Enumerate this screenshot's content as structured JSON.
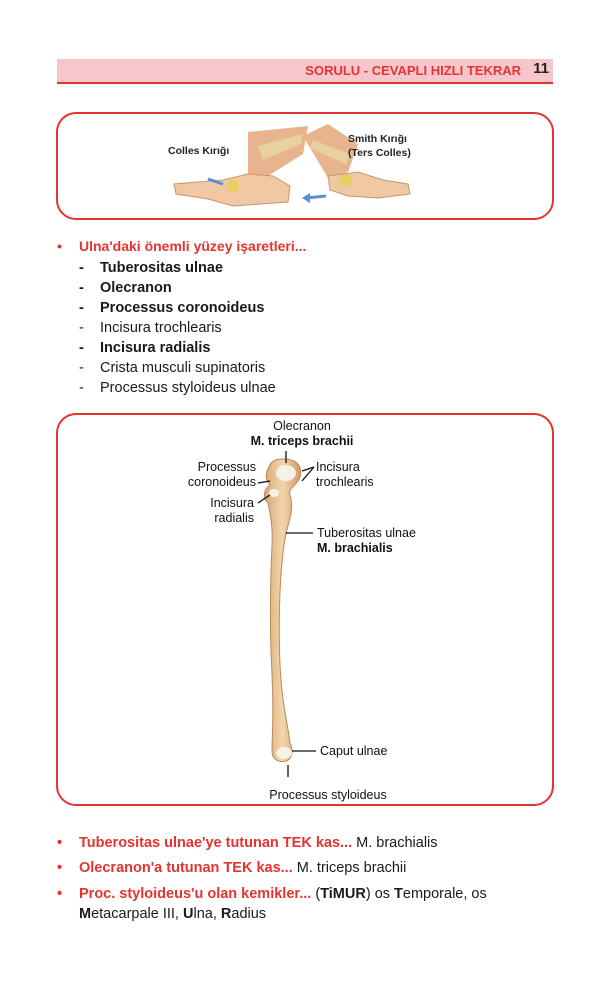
{
  "header": {
    "title": "SORULU - CEVAPLI HIZLI TEKRAR",
    "page_number": "11"
  },
  "fracture_figure": {
    "colles_label": "Colles Kırığı",
    "smith_label_line1": "Smith Kırığı",
    "smith_label_line2": "(Ters Colles)"
  },
  "surface_section": {
    "heading": "Ulna'daki önemli yüzey işaretleri...",
    "items": [
      {
        "text": "Tuberositas ulnae",
        "bold": true
      },
      {
        "text": "Olecranon",
        "bold": true
      },
      {
        "text": "Processus coronoideus",
        "bold": true
      },
      {
        "text": "Incisura trochlearis",
        "bold": false
      },
      {
        "text": "Incisura radialis",
        "bold": true
      },
      {
        "text": "Crista musculi supinatoris",
        "bold": false
      },
      {
        "text": "Processus styloideus ulnae",
        "bold": false
      }
    ]
  },
  "ulna_figure": {
    "olecranon": "Olecranon",
    "triceps": "M. triceps brachii",
    "coronoid_1": "Processus",
    "coronoid_2": "coronoideus",
    "trochlear_1": "Incisura",
    "trochlear_2": "trochlearis",
    "radial_1": "Incisura",
    "radial_2": "radialis",
    "tuberositas": "Tuberositas ulnae",
    "brachialis": "M. brachialis",
    "caput": "Caput ulnae",
    "styloid": "Processus styloideus"
  },
  "facts": {
    "f1_q": "Tuberositas ulnae'ye tutunan TEK kas...",
    "f1_a": "M. brachialis",
    "f2_q": "Olecranon'a tutunan TEK kas...",
    "f2_a": "M. triceps brachii",
    "f3_q": "Proc. styloideus'u olan kemikler...",
    "f3_p1": "(",
    "f3_timur": "TiMUR",
    "f3_p2": ") os ",
    "f3_T": "T",
    "f3_emporale": "emporale, os ",
    "f3_M": "M",
    "f3_etacarpale": "etacarpale III, ",
    "f3_U": "U",
    "f3_lna": "lna, ",
    "f3_R": "R",
    "f3_adius": "adius"
  },
  "colors": {
    "accent": "#e5342f",
    "header_bg": "#f7c6cc",
    "bone": "#e8c9a0",
    "skin": "#f0c8a4"
  }
}
